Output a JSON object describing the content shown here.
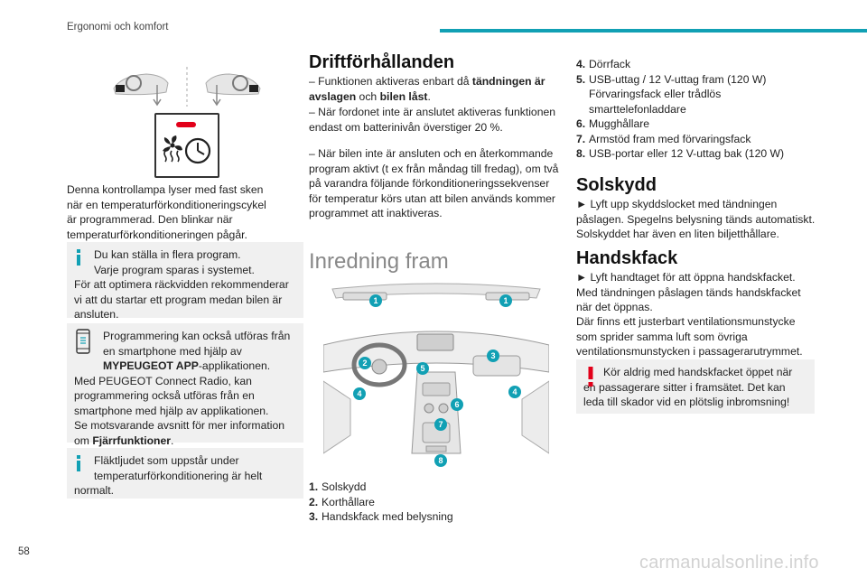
{
  "header": {
    "section": "Ergonomi och komfort"
  },
  "col1": {
    "intro": "Denna kontrollampa lyser med fast sken när en temperaturförkonditioneringscykel är programmerad. Den blinkar när temperaturförkonditioneringen pågår.",
    "note1": {
      "line1": "Du kan ställa in flera program.",
      "line2": "Varje program sparas i systemet.",
      "rest": "För att optimera räckvidden rekommenderar vi att du startar ett program medan bilen är ansluten."
    },
    "note2": {
      "line1": "Programmering kan också utföras från en smartphone med hjälp av ",
      "app_bold": "MYPEUGEOT APP",
      "after_app": "-applikationen.",
      "para2": "Med PEUGEOT Connect Radio, kan programmering också utföras från en smartphone med hjälp av applikationen.",
      "para3_pre": "Se motsvarande avsnitt för mer information om ",
      "para3_bold": "Fjärrfunktioner",
      "para3_post": "."
    },
    "note3": {
      "line1": "Fläktljudet som uppstår under temperaturförkonditionering är helt",
      "line2": "normalt."
    }
  },
  "col2": {
    "title": "Driftförhållanden",
    "p1_pre": "– Funktionen aktiveras enbart då ",
    "p1_b1": "tändningen är avslagen",
    "p1_mid": " och ",
    "p1_b2": "bilen låst",
    "p1_post": ".",
    "p2": "– När fordonet inte är anslutet aktiveras funktionen endast om batterinivån överstiger 20 %.",
    "p3": "– När bilen inte är ansluten och en återkommande program aktivt (t ex från måndag till fredag), om två på varandra följande förkonditioneringssekvenser för temperatur körs utan att bilen används kommer programmet att inaktiveras.",
    "subtitle": "Inredning fram",
    "callouts": [
      "1",
      "1",
      "2",
      "3",
      "4",
      "4",
      "5",
      "6",
      "7",
      "8"
    ],
    "items": [
      {
        "n": "1.",
        "t": "Solskydd"
      },
      {
        "n": "2.",
        "t": "Korthållare"
      },
      {
        "n": "3.",
        "t": "Handskfack med belysning"
      }
    ]
  },
  "col3": {
    "items": [
      {
        "n": "4.",
        "t": "Dörrfack"
      },
      {
        "n": "5.",
        "t": "USB-uttag / 12 V-uttag fram (120 W) Förvaringsfack eller trådlös smarttelefonladdare"
      },
      {
        "n": "6.",
        "t": "Mugghållare"
      },
      {
        "n": "7.",
        "t": "Armstöd fram med förvaringsfack"
      },
      {
        "n": "8.",
        "t": "USB-portar eller 12 V-uttag bak (120 W)"
      }
    ],
    "solskydd_title": "Solskydd",
    "solskydd_text": "► Lyft upp skyddslocket med tändningen påslagen. Spegelns belysning tänds automatiskt. Solskyddet har även en liten biljetthållare.",
    "handskfack_title": "Handskfack",
    "handskfack_p1": "► Lyft handtaget för att öppna handskfacket. Med tändningen påslagen tänds handskfacket när det öppnas.",
    "handskfack_p2": "Där finns ett justerbart ventilationsmunstycke som sprider samma luft som övriga ventilationsmunstycken i passagerarutrymmet.",
    "warning": "Kör aldrig med handskfacket öppet när en passagerare sitter i framsätet. Det kan leda till skador vid en plötslig inbromsning!"
  },
  "footer": {
    "page": "58",
    "brand": "carmanualsonline.info"
  },
  "colors": {
    "accent": "#11a0b4",
    "warning": "#e2001a",
    "note_bg": "#f0f0f0"
  }
}
